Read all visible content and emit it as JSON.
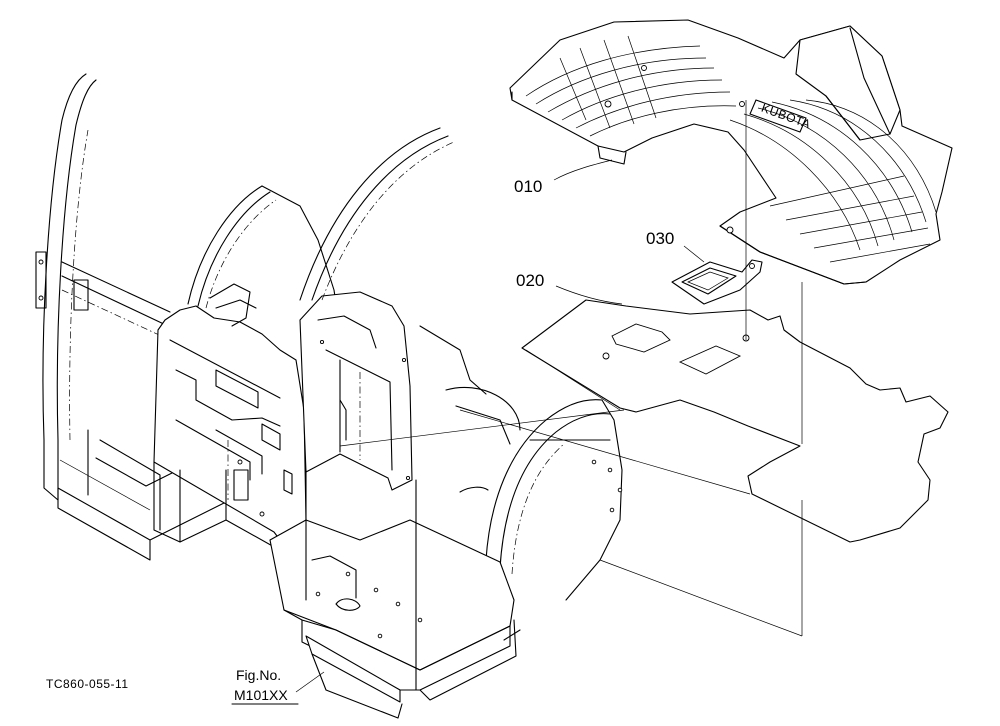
{
  "parts": {
    "p010": "010",
    "p020": "020",
    "p030": "030"
  },
  "drawing_code": "TC860-055-11",
  "figure": {
    "label": "Fig.No.",
    "number": "M101XX"
  },
  "mat_brand": "KUBOTA"
}
